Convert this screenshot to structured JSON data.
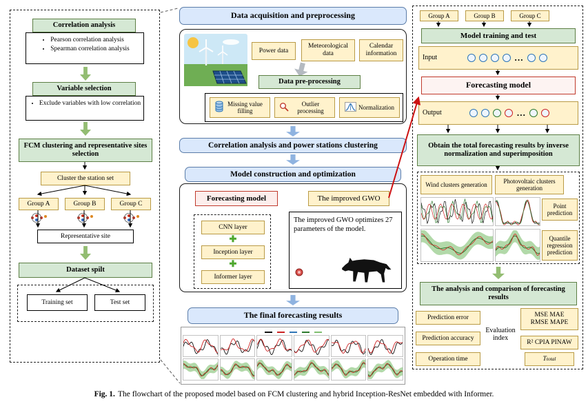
{
  "palette": {
    "green_fill": "#d5e8d4",
    "green_stroke": "#5c7e44",
    "tan_fill": "#fff2cc",
    "tan_stroke": "#b99a45",
    "blue_fill": "#dae8fc",
    "blue_stroke": "#5a7ca8",
    "red_fill": "#fdeeec",
    "red_stroke": "#c0392b",
    "arrow_red": "#cc1111"
  },
  "left_panel": {
    "correlation_analysis": {
      "title": "Correlation analysis",
      "bullets": [
        "Pearson correlation analysis",
        "Spearman correlation analysis"
      ]
    },
    "variable_selection": {
      "title": "Variable selection",
      "bullets": [
        "Exclude variables with low correlation"
      ]
    },
    "fcm_clustering": "FCM clustering and representative sites selection",
    "cluster_station_set": "Cluster the station set",
    "groups": [
      "Group A",
      "Group B",
      "Group C"
    ],
    "representative_site": "Representative site",
    "dataset_split": "Dataset spilt",
    "training_set": "Training set",
    "test_set": "Test set"
  },
  "middle_panel": {
    "data_acquisition": "Data acquisition and preprocessing",
    "power_data": "Power data",
    "meteorological_data": "Meteorological data",
    "calendar_information": "Calendar information",
    "data_preprocessing": "Data pre-processing",
    "missing_value_filling": "Missing value filling",
    "outlier_processing": "Outlier processing",
    "normalization": "Normalization",
    "correlation_clustering": "Correlation analysis and power stations clustering",
    "model_construction": "Model construction and optimization",
    "forecasting_model": "Forecasting model",
    "improved_gwo": "The improved GWO",
    "layers": [
      "CNN layer",
      "Inception layer",
      "Informer layer"
    ],
    "gwo_note": "The improved GWO optimizes 27 parameters of the model.",
    "final_results": "The final forecasting results"
  },
  "right_panel": {
    "groups": [
      "Group A",
      "Group B",
      "Group C"
    ],
    "model_training": "Model training and test",
    "input_label": "Input",
    "output_label": "Output",
    "input_nodes": [
      "#2e75b6",
      "#2e75b6",
      "#2e75b6",
      "#2e75b6",
      "…",
      "#2e75b6",
      "#2e75b6"
    ],
    "output_nodes": [
      "#2e75b6",
      "#2e75b6",
      "#2d7a2d",
      "#cc2222",
      "…",
      "#2d7a2d",
      "#cc2222"
    ],
    "forecasting_model": "Forecasting model",
    "obtain_results": "Obtain the total forecasting results by inverse normalization and superimposition",
    "wind_clusters": "Wind clusters generation",
    "photovoltaic_clusters": "Photovoltaic clusters generation",
    "point_prediction": "Point prediction",
    "quantile_prediction": "Quantile regression prediction",
    "analysis_comparison": "The analysis and comparison of forecasting results",
    "prediction_error": "Prediction error",
    "prediction_accuracy": "Prediction accuracy",
    "operation_time": "Operation time",
    "evaluation_index": "Evaluation index",
    "error_metrics": "MSE MAE RMSE MAPE",
    "accuracy_metrics": "R² CPIA PINAW",
    "time_metric": {
      "base": "T",
      "sub": "total"
    }
  },
  "caption": {
    "label": "Fig. 1.",
    "text": "The flowchart of the proposed model based on FCM clustering and hybrid Inception-ResNet embedded with Informer."
  }
}
